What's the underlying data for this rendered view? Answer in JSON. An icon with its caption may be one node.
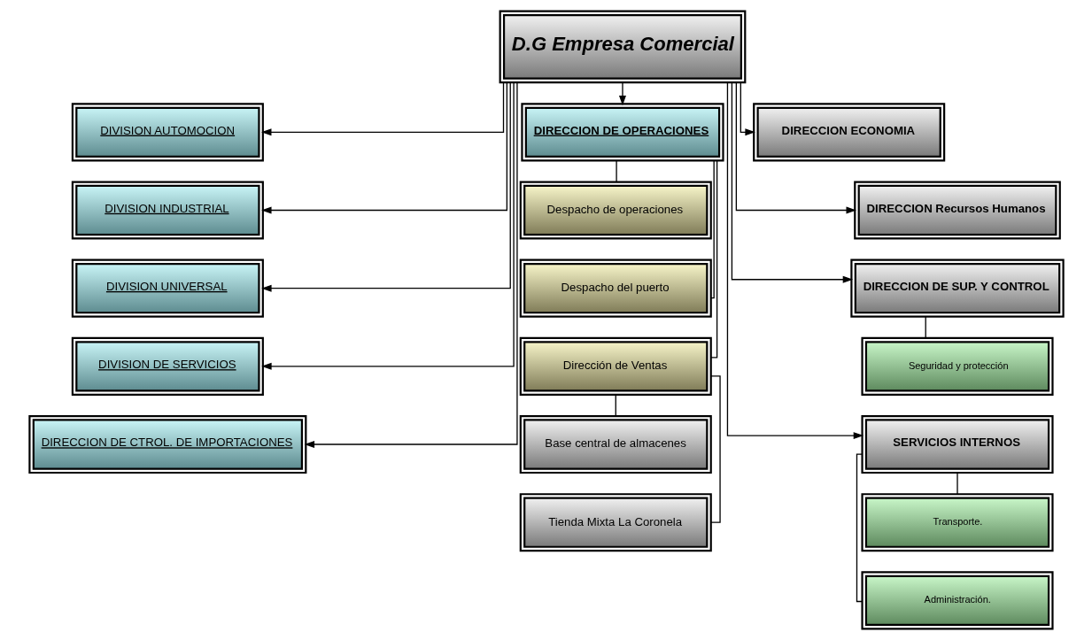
{
  "diagram": {
    "nodes": [
      {
        "text": [
          "D.G Empresa Comercial"
        ]
      },
      {
        "text": [
          "DIVISION AUTOMOCION"
        ]
      },
      {
        "text": [
          "DIVISION INDUSTRIAL"
        ]
      },
      {
        "text": [
          "DIVISION UNIVERSAL"
        ]
      },
      {
        "text": [
          "DIVISION DE SERVICIOS"
        ]
      },
      {
        "text": [
          "DIRECCION DE CTROL. DE IMPORTACIONES"
        ]
      },
      {
        "text": [
          "DIRECCION DE OPERACIONES"
        ]
      },
      {
        "text": [
          "Despacho de operaciones"
        ]
      },
      {
        "text": [
          "Despacho del puerto"
        ]
      },
      {
        "text": [
          "Dirección de Ventas"
        ]
      },
      {
        "text": [
          "Base central de almacenes"
        ]
      },
      {
        "text": [
          "Tienda Mixta La Coronela"
        ]
      },
      {
        "text": [
          "DIRECCION ECONOMIA"
        ]
      },
      {
        "text": [
          "DIRECCION Recursos Humanos"
        ]
      },
      {
        "text": [
          "DIRECCION DE SUP. Y CONTROL"
        ]
      },
      {
        "text": [
          "Seguridad y protección"
        ]
      },
      {
        "text": [
          "SERVICIOS INTERNOS"
        ]
      },
      {
        "text": [
          "Transporte."
        ]
      },
      {
        "text": [
          "Administración."
        ]
      }
    ],
    "edges": [
      {
        "from": 0,
        "to": 1,
        "arrow": "to"
      },
      {
        "from": 0,
        "to": 2,
        "arrow": "to"
      },
      {
        "from": 0,
        "to": 3,
        "arrow": "to"
      },
      {
        "from": 0,
        "to": 4,
        "arrow": "to"
      },
      {
        "from": 0,
        "to": 5,
        "arrow": "to"
      },
      {
        "from": 0,
        "to": 6,
        "arrow": "to"
      },
      {
        "from": 0,
        "to": 12,
        "arrow": "to"
      },
      {
        "from": 0,
        "to": 13,
        "arrow": "to"
      },
      {
        "from": 0,
        "to": 14,
        "arrow": "to"
      },
      {
        "from": 0,
        "to": 16,
        "arrow": "to"
      },
      {
        "from": 6,
        "to": 7,
        "arrow": "none"
      },
      {
        "from": 6,
        "to": 8,
        "arrow": "none"
      },
      {
        "from": 6,
        "to": 9,
        "arrow": "none"
      },
      {
        "from": 9,
        "to": 10,
        "arrow": "none"
      },
      {
        "from": 9,
        "to": 11,
        "arrow": "none"
      },
      {
        "from": 14,
        "to": 15,
        "arrow": "none"
      },
      {
        "from": 16,
        "to": 17,
        "arrow": "none"
      },
      {
        "from": 16,
        "to": 18,
        "arrow": "none"
      }
    ]
  }
}
